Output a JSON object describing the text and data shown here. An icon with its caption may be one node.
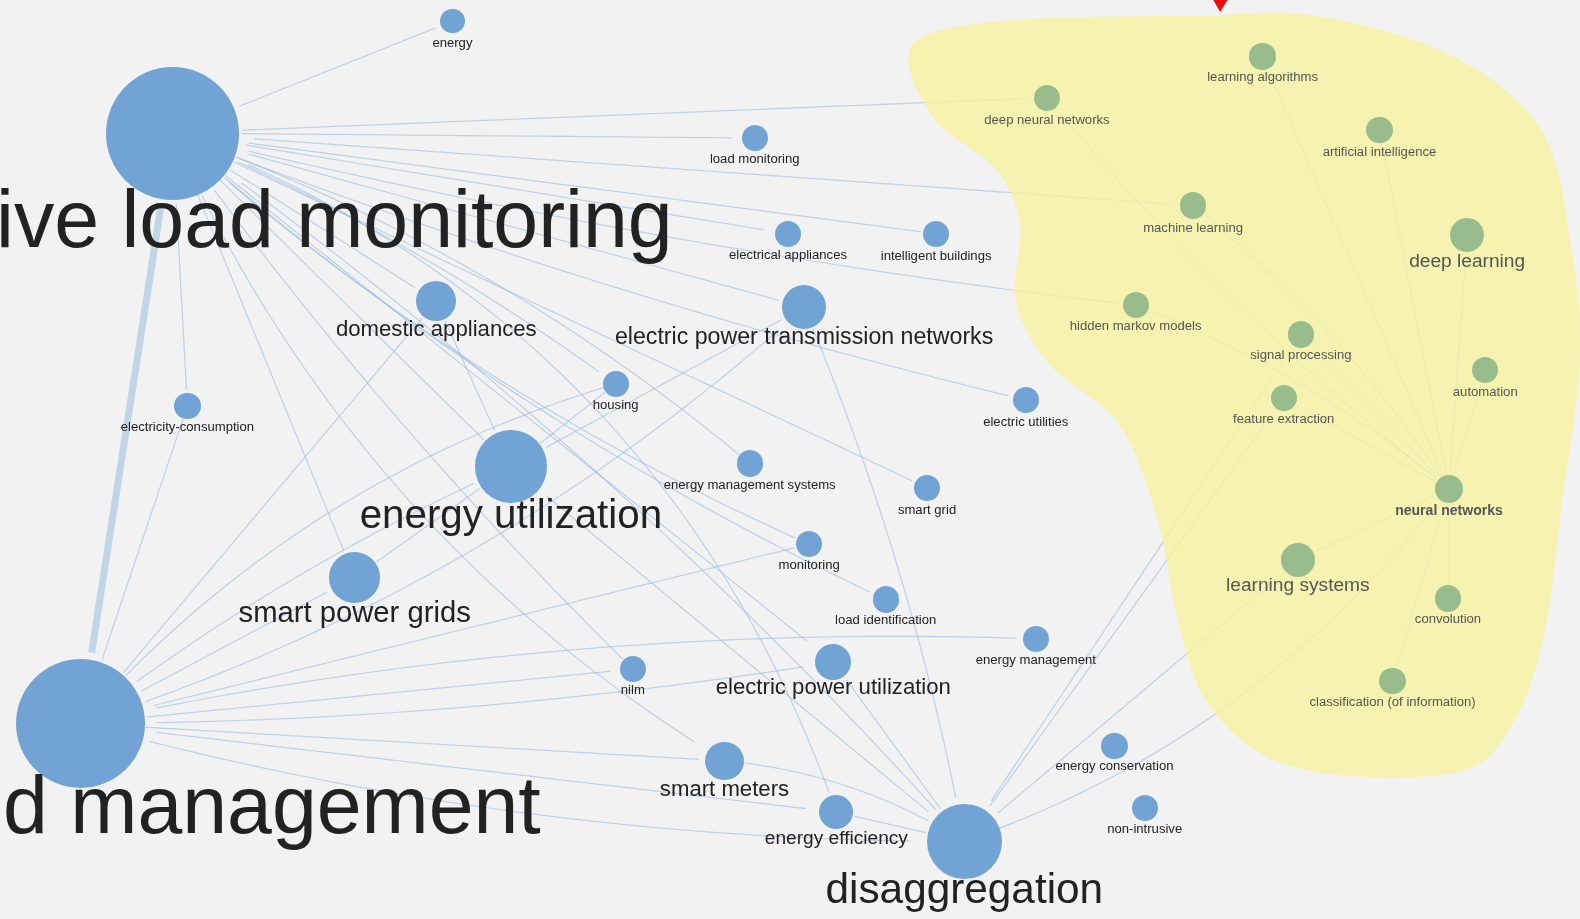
{
  "diagram": {
    "nodes": [
      {
        "text": [
          "energy"
        ]
      },
      {
        "text": [
          "ive load monitoring"
        ]
      },
      {
        "text": [
          "load monitoring"
        ]
      },
      {
        "text": [
          "deep neural networks"
        ]
      },
      {
        "text": [
          "learning algorithms"
        ]
      },
      {
        "text": [
          "artificial intelligence"
        ]
      },
      {
        "text": [
          "machine learning"
        ]
      },
      {
        "text": [
          "deep learning"
        ]
      },
      {
        "text": [
          "electrical appliances"
        ]
      },
      {
        "text": [
          "intelligent buildings"
        ]
      },
      {
        "text": [
          "domestic appliances"
        ]
      },
      {
        "text": [
          "electric power transmission networks"
        ]
      },
      {
        "text": [
          "hidden markov models"
        ]
      },
      {
        "text": [
          "signal processing"
        ]
      },
      {
        "text": [
          "automation"
        ]
      },
      {
        "text": [
          "electricity-consumption"
        ]
      },
      {
        "text": [
          "housing"
        ]
      },
      {
        "text": [
          "electric utilities"
        ]
      },
      {
        "text": [
          "feature extraction"
        ]
      },
      {
        "text": [
          "energy utilization"
        ]
      },
      {
        "text": [
          "energy management systems"
        ]
      },
      {
        "text": [
          "smart grid"
        ]
      },
      {
        "text": [
          "neural networks"
        ]
      },
      {
        "text": [
          "monitoring"
        ]
      },
      {
        "text": [
          "learning systems"
        ]
      },
      {
        "text": [
          "smart power grids"
        ]
      },
      {
        "text": [
          "load identification"
        ]
      },
      {
        "text": [
          "convolution"
        ]
      },
      {
        "text": [
          "energy management"
        ]
      },
      {
        "text": [
          "nilm"
        ]
      },
      {
        "text": [
          "electric power utilization"
        ]
      },
      {
        "text": [
          "classification (of information)"
        ]
      },
      {
        "text": [
          "d management"
        ]
      },
      {
        "text": [
          "smart meters"
        ]
      },
      {
        "text": [
          "energy conservation"
        ]
      },
      {
        "text": [
          "energy efficiency"
        ]
      },
      {
        "text": [
          "non-intrusive"
        ]
      },
      {
        "text": [
          "disaggregation"
        ]
      }
    ],
    "edges": [
      {
        "from": 1,
        "to": 32,
        "arrow": "none",
        "style": "thick"
      },
      {
        "from": 1,
        "to": 0,
        "arrow": "none"
      },
      {
        "from": 1,
        "to": 2,
        "arrow": "none"
      },
      {
        "from": 1,
        "to": 8,
        "arrow": "none"
      },
      {
        "from": 1,
        "to": 9,
        "arrow": "none"
      },
      {
        "from": 1,
        "to": 10,
        "arrow": "none"
      },
      {
        "from": 1,
        "to": 11,
        "arrow": "none"
      },
      {
        "from": 1,
        "to": 15,
        "arrow": "none"
      },
      {
        "from": 1,
        "to": 16,
        "arrow": "none"
      },
      {
        "from": 1,
        "to": 19,
        "arrow": "none"
      },
      {
        "from": 1,
        "to": 20,
        "arrow": "none"
      },
      {
        "from": 1,
        "to": 21,
        "arrow": "none"
      },
      {
        "from": 1,
        "to": 23,
        "arrow": "none"
      },
      {
        "from": 1,
        "to": 25,
        "arrow": "none"
      },
      {
        "from": 1,
        "to": 26,
        "arrow": "none"
      },
      {
        "from": 1,
        "to": 29,
        "arrow": "none"
      },
      {
        "from": 1,
        "to": 30,
        "arrow": "none"
      },
      {
        "from": 1,
        "to": 33,
        "arrow": "none"
      },
      {
        "from": 1,
        "to": 35,
        "arrow": "none"
      },
      {
        "from": 1,
        "to": 37,
        "arrow": "none"
      },
      {
        "from": 1,
        "to": 12,
        "arrow": "none"
      },
      {
        "from": 1,
        "to": 6,
        "arrow": "none"
      },
      {
        "from": 1,
        "to": 3,
        "arrow": "none"
      },
      {
        "from": 1,
        "to": 17,
        "arrow": "none"
      },
      {
        "from": 32,
        "to": 19,
        "arrow": "none"
      },
      {
        "from": 32,
        "to": 25,
        "arrow": "none"
      },
      {
        "from": 32,
        "to": 33,
        "arrow": "none"
      },
      {
        "from": 32,
        "to": 35,
        "arrow": "none"
      },
      {
        "from": 32,
        "to": 37,
        "arrow": "none"
      },
      {
        "from": 32,
        "to": 30,
        "arrow": "none"
      },
      {
        "from": 32,
        "to": 29,
        "arrow": "none"
      },
      {
        "from": 32,
        "to": 10,
        "arrow": "none"
      },
      {
        "from": 32,
        "to": 11,
        "arrow": "none"
      },
      {
        "from": 32,
        "to": 15,
        "arrow": "none"
      },
      {
        "from": 32,
        "to": 16,
        "arrow": "none"
      },
      {
        "from": 32,
        "to": 23,
        "arrow": "none"
      },
      {
        "from": 32,
        "to": 28,
        "arrow": "none"
      },
      {
        "from": 37,
        "to": 19,
        "arrow": "none"
      },
      {
        "from": 37,
        "to": 11,
        "arrow": "none"
      },
      {
        "from": 37,
        "to": 33,
        "arrow": "none"
      },
      {
        "from": 37,
        "to": 35,
        "arrow": "none"
      },
      {
        "from": 37,
        "to": 22,
        "arrow": "none"
      },
      {
        "from": 37,
        "to": 24,
        "arrow": "none"
      },
      {
        "from": 37,
        "to": 18,
        "arrow": "none"
      },
      {
        "from": 37,
        "to": 13,
        "arrow": "none"
      },
      {
        "from": 37,
        "to": 30,
        "arrow": "none"
      },
      {
        "from": 19,
        "to": 11,
        "arrow": "none"
      },
      {
        "from": 19,
        "to": 16,
        "arrow": "none"
      },
      {
        "from": 19,
        "to": 25,
        "arrow": "none"
      },
      {
        "from": 19,
        "to": 10,
        "arrow": "none"
      },
      {
        "from": 22,
        "to": 7,
        "arrow": "none"
      },
      {
        "from": 22,
        "to": 24,
        "arrow": "none"
      },
      {
        "from": 22,
        "to": 27,
        "arrow": "none"
      },
      {
        "from": 22,
        "to": 31,
        "arrow": "none"
      },
      {
        "from": 22,
        "to": 14,
        "arrow": "none"
      },
      {
        "from": 22,
        "to": 13,
        "arrow": "none"
      },
      {
        "from": 22,
        "to": 18,
        "arrow": "none"
      },
      {
        "from": 22,
        "to": 12,
        "arrow": "none"
      },
      {
        "from": 22,
        "to": 6,
        "arrow": "none"
      },
      {
        "from": 22,
        "to": 5,
        "arrow": "none"
      },
      {
        "from": 22,
        "to": 4,
        "arrow": "none"
      },
      {
        "from": 22,
        "to": 3,
        "arrow": "none"
      }
    ]
  }
}
